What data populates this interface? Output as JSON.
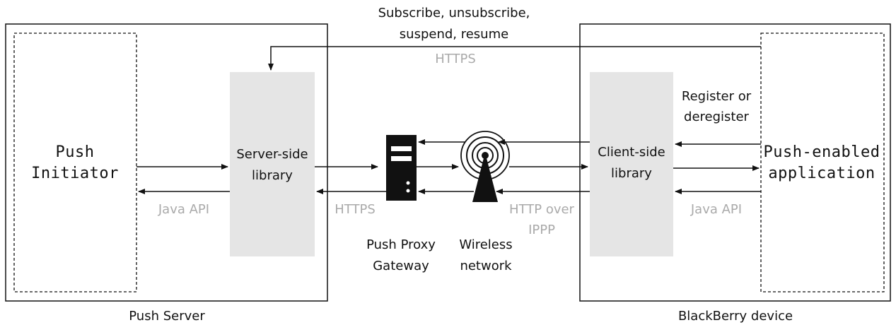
{
  "top_label": {
    "line1": "Subscribe, unsubscribe,",
    "line2": "suspend, resume",
    "protocol": "HTTPS"
  },
  "push_server": {
    "caption": "Push Server",
    "initiator_line1": "Push",
    "initiator_line2": "Initiator",
    "library_line1": "Server-side",
    "library_line2": "library",
    "api_label": "Java API"
  },
  "gateway": {
    "protocol_label": "HTTPS",
    "caption_line1": "Push Proxy",
    "caption_line2": "Gateway",
    "icon": "server-icon"
  },
  "network": {
    "caption_line1": "Wireless",
    "caption_line2": "network",
    "protocol_line1": "HTTP over",
    "protocol_line2": "IPPP",
    "icon": "wireless-tower-icon"
  },
  "device": {
    "caption": "BlackBerry device",
    "library_line1": "Client-side",
    "library_line2": "library",
    "app_line1": "Push-enabled",
    "app_line2": "application",
    "register_line1": "Register or",
    "register_line2": "deregister",
    "api_label": "Java API"
  },
  "colors": {
    "library_fill": "#e5e5e5",
    "line": "#111111",
    "protocol_text": "#aaaaaa"
  }
}
